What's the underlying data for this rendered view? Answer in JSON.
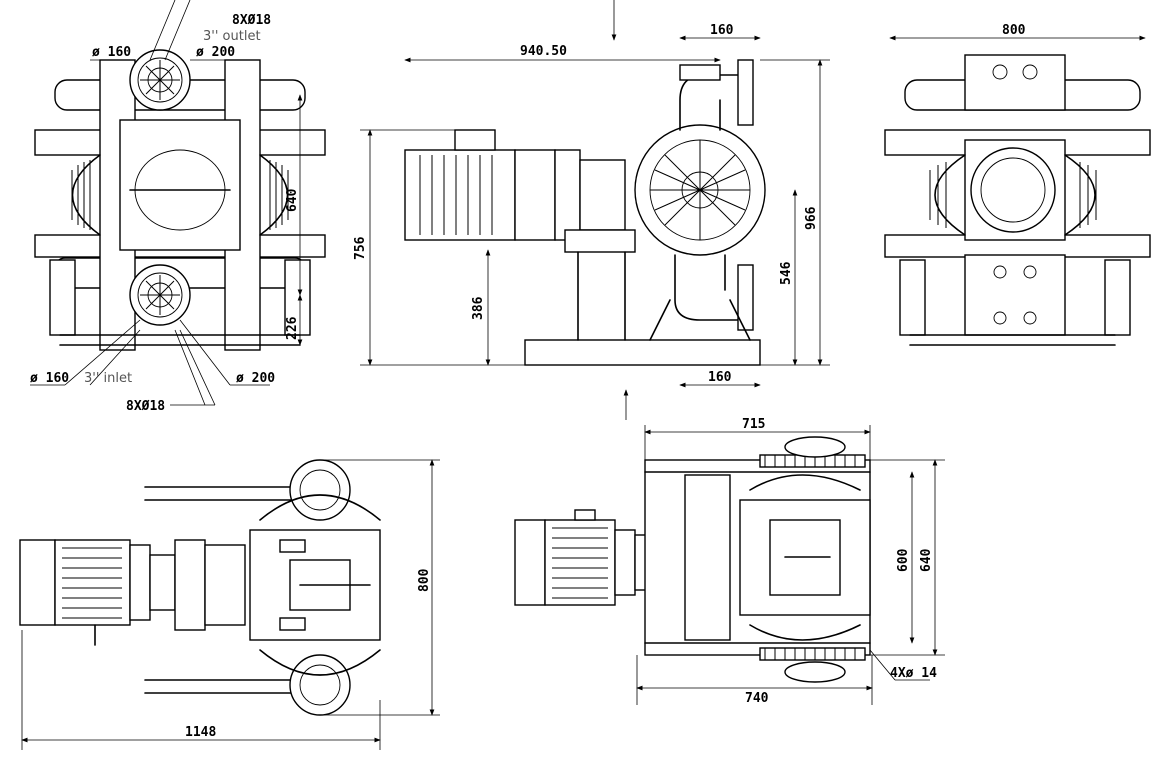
{
  "front_view": {
    "bolt_top": "8XØ18",
    "outlet": "3'' outlet",
    "dia160_top": "ø 160",
    "dia200_top": "ø 200",
    "height": "640",
    "base_height": "226",
    "dia160_bottom": "ø 160",
    "inlet": "3'' inlet",
    "dia200_bottom": "ø 200",
    "bolt_bottom": "8XØ18"
  },
  "side_view": {
    "width": "940.50",
    "flange": "160",
    "flange_bottom": "160",
    "overall_height": "756",
    "shaft_height": "386",
    "total_height": "966",
    "outlet_height": "546"
  },
  "rear_view": {
    "width": "800"
  },
  "top_view_left": {
    "length": "1148",
    "width": "800"
  },
  "top_view_right": {
    "frame_width": "715",
    "base_width": "740",
    "inner_depth": "600",
    "outer_depth": "640",
    "holes": "4Xø 14"
  }
}
